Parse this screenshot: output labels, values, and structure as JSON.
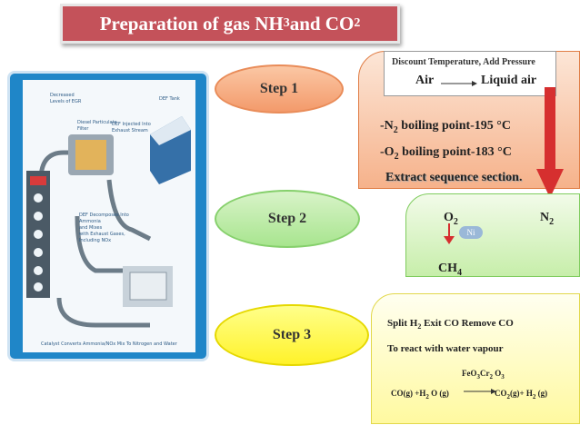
{
  "title": {
    "prefix": "Preparation of gas NH",
    "sub1": "3",
    "mid": " and CO",
    "sub2": "2"
  },
  "steps": {
    "step1": "Step 1",
    "step2": "Step 2",
    "step3": "Step 3"
  },
  "step1_box": {
    "discount_label": "Discount Temperature, Add Pressure",
    "air": "Air",
    "liquid_air": "Liquid air",
    "n2_prefix": "-N",
    "n2_sub": "2",
    "n2_rest": " boiling point-195 °C",
    "o2_prefix": "-O",
    "o2_sub": "2",
    "o2_rest": " boiling point-183 °C",
    "extract": "Extract sequence section."
  },
  "step2_box": {
    "o2": "O",
    "o2_sub": "2",
    "n2": "N",
    "n2_sub": "2",
    "catalyst": "Ni",
    "ch4": "CH",
    "ch4_sub": "4"
  },
  "step3_box": {
    "line1_a": "Split H",
    "line1_sub": "2",
    "line1_b": " Exit CO Remove CO",
    "line2": "To react with water vapour",
    "catalyst_a": "FeO",
    "catalyst_sub1": "3",
    "catalyst_b": "Cr",
    "catalyst_sub2": "2",
    "catalyst_c": " O",
    "catalyst_sub3": "3",
    "eq_left_a": "CO(g) +H",
    "eq_left_sub": "2",
    "eq_left_b": " O (g)",
    "eq_right_a": "CO",
    "eq_right_sub": "2",
    "eq_right_b": "(g)+ H",
    "eq_right_sub2": "2",
    "eq_right_c": " (g)"
  },
  "colors": {
    "title_bg": "#c4525a",
    "step1": "#f39a6b",
    "step2": "#a8e58f",
    "step3": "#fff22a",
    "arrow_red": "#d62f2f",
    "panel_blue": "#1f86c8"
  },
  "icons": {
    "diagram": "diesel-exhaust-system-illustration",
    "big_arrow": "down-arrow-red"
  }
}
